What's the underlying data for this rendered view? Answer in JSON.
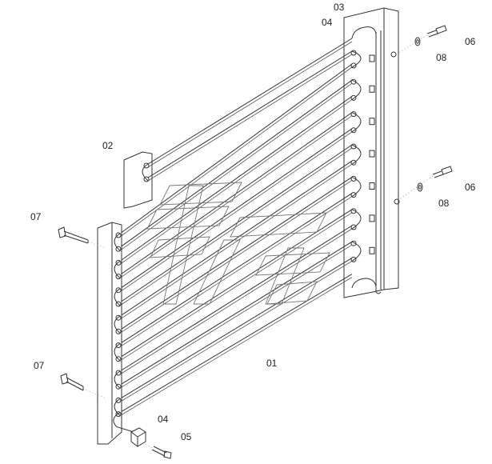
{
  "callouts": {
    "c01": "01",
    "c02": "02",
    "c03": "03",
    "c04a": "04",
    "c04b": "04",
    "c05": "05",
    "c06a": "06",
    "c06b": "06",
    "c07a": "07",
    "c07b": "07",
    "c08a": "08",
    "c08b": "08"
  },
  "colors": {
    "line": "#333333",
    "background": "#ffffff"
  }
}
